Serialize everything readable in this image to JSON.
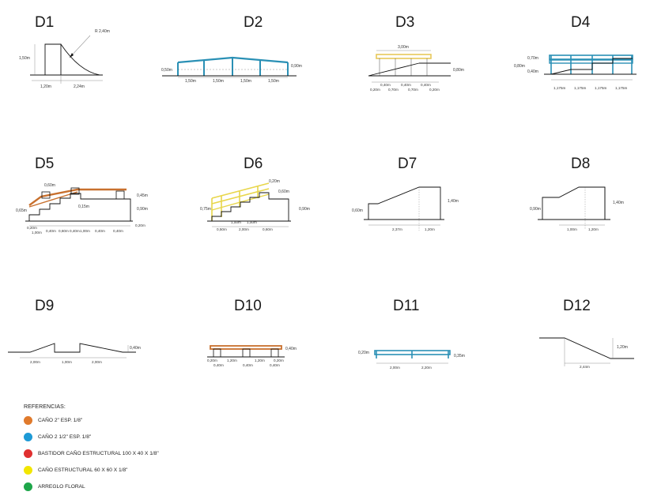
{
  "drawings": {
    "d1": {
      "title": "D1",
      "radius": "R 2,40m",
      "height": "1,50m",
      "w1": "1,20m",
      "w2": "2,24m"
    },
    "d2": {
      "title": "D2",
      "left_h": "0,50m",
      "right_h": "0,90m",
      "spans": [
        "1,50m",
        "1,50m",
        "1,50m",
        "1,50m"
      ]
    },
    "d3": {
      "title": "D3",
      "top": "3,00m",
      "right_h": "0,80m",
      "inner": [
        "0,40m",
        "0,40m",
        "0,40m"
      ],
      "bottom": [
        "0,20m",
        "0,70m",
        "0,70m",
        "0,20m"
      ]
    },
    "d4": {
      "title": "D4",
      "h1": "0,70m",
      "h2": "0,80m",
      "h3": "0,40m",
      "spans": [
        "1,175m",
        "1,175m",
        "1,175m",
        "1,175m"
      ]
    },
    "d5": {
      "title": "D5",
      "top": "0,60m",
      "left_h": "0,65m",
      "right_h1": "0,45m",
      "right_h2": "0,90m",
      "inner": "0,15m",
      "bottom1": [
        "0,20m",
        "1,00m",
        "0,40m",
        "0,60m",
        "0,40m",
        "1,00m",
        "0,40m"
      ],
      "bottom2": "0,40m",
      "bottom3": "0,20m"
    },
    "d6": {
      "title": "D6",
      "top": "0,20m",
      "right_h1": "0,60m",
      "right_h2": "0,90m",
      "left_h": "0,75m",
      "mid": [
        "1,00m",
        "1,00m"
      ],
      "bottom": [
        "0,50m",
        "2,00m",
        "0,60m"
      ]
    },
    "d7": {
      "title": "D7",
      "left_h": "0,60m",
      "right_h": "1,40m",
      "bottom": [
        "2,37m",
        "1,20m"
      ]
    },
    "d8": {
      "title": "D8",
      "left_h": "0,90m",
      "right_h": "1,40m",
      "bottom": [
        "1,00m",
        "1,20m"
      ]
    },
    "d9": {
      "title": "D9",
      "right_h": "0,40m",
      "bottom": [
        "2,00m",
        "1,00m",
        "2,00m"
      ]
    },
    "d10": {
      "title": "D10",
      "right_h": "0,40m",
      "bottom1": [
        "0,20m",
        "1,20m",
        "1,20m",
        "0,20m"
      ],
      "bottom2": [
        "0,40m",
        "0,40m",
        "0,40m"
      ]
    },
    "d11": {
      "title": "D11",
      "left_h": "0,20m",
      "right_h": "0,35m",
      "bottom": [
        "2,00m",
        "2,20m"
      ]
    },
    "d12": {
      "title": "D12",
      "right_h": "1,20m",
      "bottom": "2,44m"
    }
  },
  "legend": {
    "header": "REFERENCIAS:",
    "items": [
      {
        "label": "CAÑO 2\" ESP. 1/8\"",
        "color": "#e07a2c"
      },
      {
        "label": "CAÑO 2 1/2\" ESP. 1/8\"",
        "color": "#1e9ad6"
      },
      {
        "label": "BASTIDOR CAÑO ESTRUCTURAL 100 X 40 X 1/8\"",
        "color": "#e03030"
      },
      {
        "label": "CAÑO ESTRUCTURAL 60 X 60 X 1/8\"",
        "color": "#f2e600"
      },
      {
        "label": "ARREGLO FLORAL",
        "color": "#1ea64a"
      }
    ]
  }
}
